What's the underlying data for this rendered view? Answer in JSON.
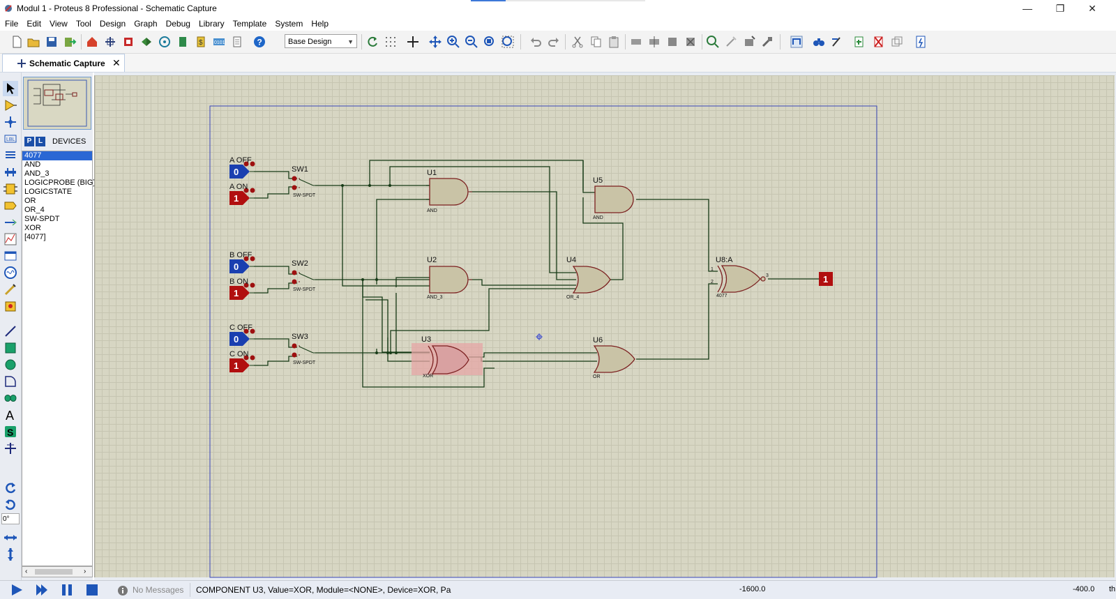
{
  "window": {
    "title": "Modul 1 - Proteus 8 Professional - Schematic Capture",
    "minimize": "—",
    "restore": "❐",
    "close": "✕"
  },
  "menu": [
    "File",
    "Edit",
    "View",
    "Tool",
    "Design",
    "Graph",
    "Debug",
    "Library",
    "Template",
    "System",
    "Help"
  ],
  "toolbar": {
    "variant_select": "Base Design"
  },
  "tab": {
    "label": "Schematic Capture"
  },
  "devices": {
    "header": "DEVICES",
    "p_button": "P",
    "l_button": "L",
    "items": [
      "4077",
      "AND",
      "AND_3",
      "LOGICPROBE (BIG)",
      "LOGICSTATE",
      "OR",
      "OR_4",
      "SW-SPDT",
      "XOR",
      "[4077]"
    ],
    "selected_index": 0
  },
  "rotation": {
    "angle": "0°"
  },
  "schematic": {
    "inputs": [
      {
        "label": "A OFF",
        "value": "0"
      },
      {
        "label": "A ON",
        "value": "1"
      },
      {
        "label": "B OFF",
        "value": "0"
      },
      {
        "label": "B ON",
        "value": "1"
      },
      {
        "label": "C OFF",
        "value": "0"
      },
      {
        "label": "C ON",
        "value": "1"
      }
    ],
    "switches": [
      {
        "ref": "SW1",
        "type": "SW-SPDT"
      },
      {
        "ref": "SW2",
        "type": "SW-SPDT"
      },
      {
        "ref": "SW3",
        "type": "SW-SPDT"
      }
    ],
    "gates": [
      {
        "ref": "U1",
        "type": "AND"
      },
      {
        "ref": "U2",
        "type": "AND_3"
      },
      {
        "ref": "U3",
        "type": "XOR"
      },
      {
        "ref": "U4",
        "type": "OR_4"
      },
      {
        "ref": "U5",
        "type": "AND"
      },
      {
        "ref": "U6",
        "type": "OR"
      },
      {
        "ref": "U8:A",
        "type": "4077",
        "pin1": "1",
        "pin2": "2",
        "pin3": "3"
      }
    ],
    "output": {
      "value": "1"
    }
  },
  "status": {
    "messages": "No Messages",
    "component": "COMPONENT U3, Value=XOR, Module=<NONE>, Device=XOR, Pa",
    "x": "-1600.0",
    "y": "-400.0",
    "th": "th"
  },
  "colors": {
    "logic_low": "#1a3fb0",
    "logic_high": "#b10f0f",
    "wire": "#1b3a1b",
    "gate_body": "#c9c3a6",
    "gate_outline": "#7b1f1f",
    "selection": "#e6a6a6"
  }
}
